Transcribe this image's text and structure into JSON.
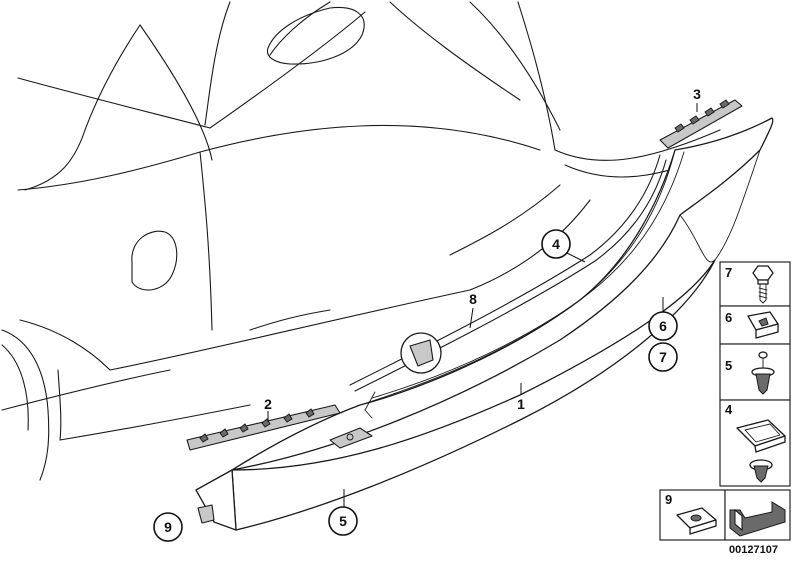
{
  "callouts": {
    "c1": "1",
    "c2": "2",
    "c3": "3",
    "c4": "4",
    "c5": "5",
    "c6": "6",
    "c7": "7",
    "c8": "8",
    "c9": "9"
  },
  "legend_panel": {
    "items": [
      {
        "number": "7",
        "icon": "screw-icon"
      },
      {
        "number": "6",
        "icon": "square-nut-icon"
      },
      {
        "number": "5",
        "icon": "expanding-rivet-icon"
      },
      {
        "number": "4",
        "icon": "clip-with-rivet-icon"
      },
      {
        "number": "9",
        "icon": "clip-nut-icon"
      }
    ],
    "arrow_icon": "direction-arrow-icon"
  },
  "document_number": "00127107"
}
